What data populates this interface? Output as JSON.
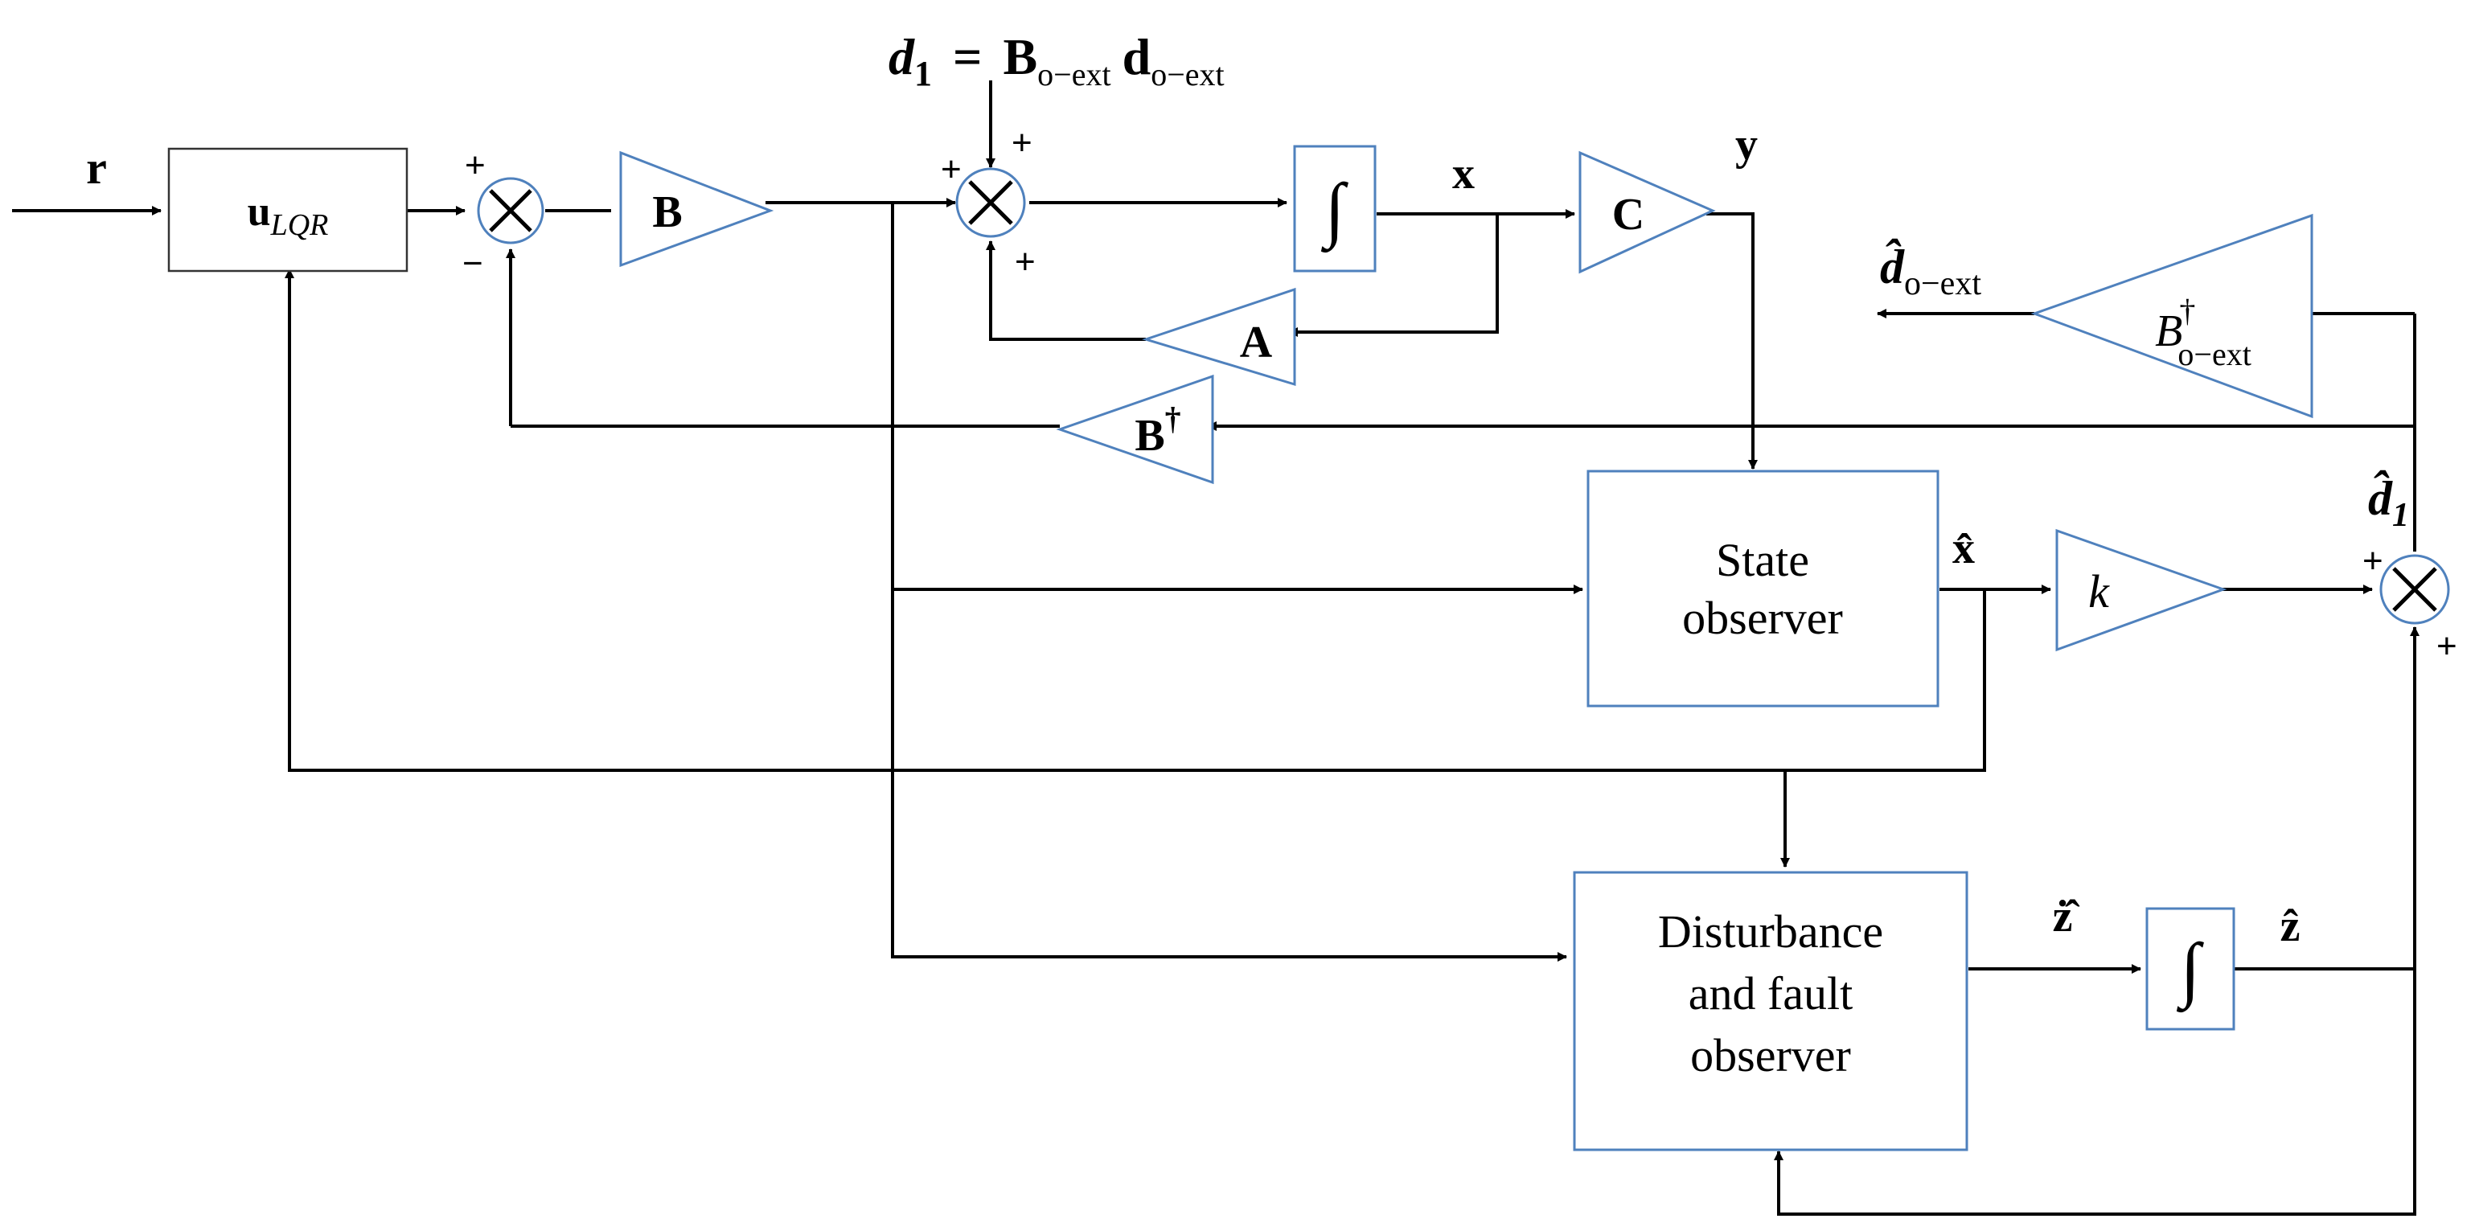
{
  "inputs": {
    "reference": "r"
  },
  "blocks": {
    "lqr": {
      "main": "u",
      "sub": "LQR"
    },
    "gain_b": "B",
    "integrator_symbol": "∫",
    "gain_c": "C",
    "gain_a": "A",
    "gain_b_pinv": {
      "main": "B",
      "sup": "†"
    },
    "gain_bo_pinv": {
      "main": "B",
      "sup": "†",
      "sub": "o−ext"
    },
    "gain_k": "k",
    "state_observer": [
      "State",
      "observer"
    ],
    "dist_observer": [
      "Disturbance",
      "and fault",
      "observer"
    ]
  },
  "signals": {
    "d1_eq": {
      "d": "d",
      "d_sub": "1",
      "eq": "=",
      "B": "B",
      "B_sub": "o−ext",
      "dd": "d",
      "dd_sub": "o−ext"
    },
    "x": "x",
    "y": "y",
    "x_hat": "x̂",
    "d1_hat": {
      "main": "d̂",
      "sub": "1"
    },
    "do_ext_hat": {
      "main": "d̂",
      "sub": "o−ext"
    },
    "z_dot_hat": "ż̂",
    "z_hat": "ẑ"
  },
  "signs": {
    "plus": "+",
    "minus": "−"
  }
}
